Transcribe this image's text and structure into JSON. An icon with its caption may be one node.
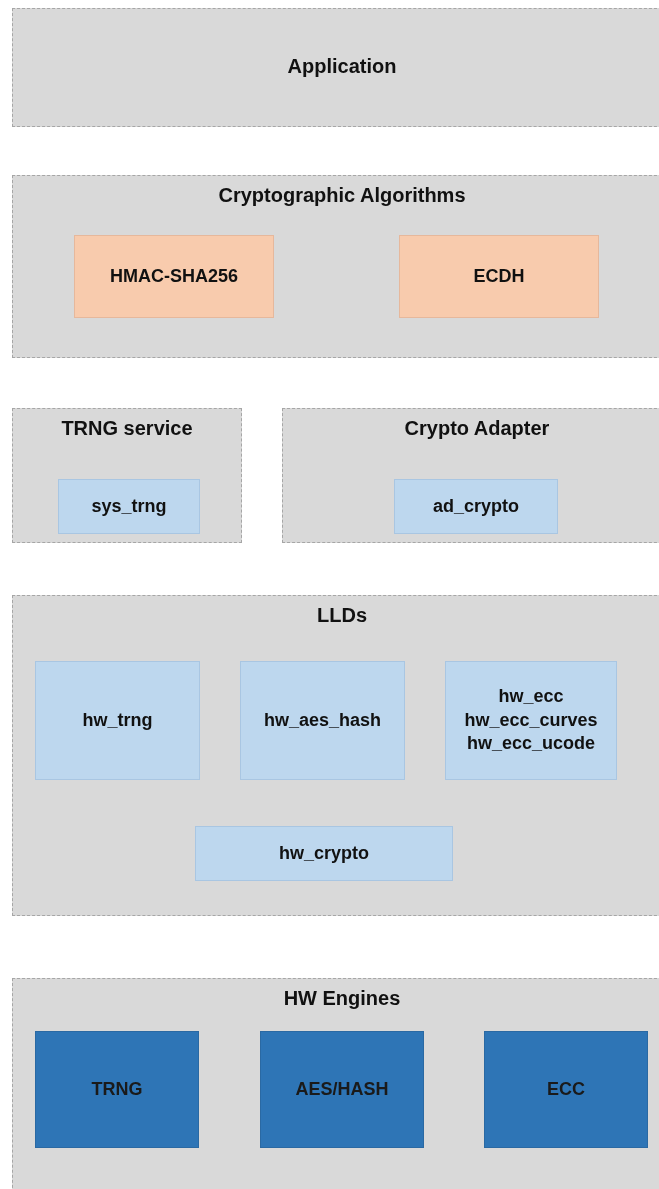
{
  "diagram": {
    "nodes": [
      {
        "text": [
          "Application"
        ]
      },
      {
        "text": [
          "Cryptographic Algorithms"
        ]
      },
      {
        "text": [
          "HMAC-SHA256"
        ],
        "in": 1
      },
      {
        "text": [
          "ECDH"
        ],
        "in": 1
      },
      {
        "text": [
          "TRNG service"
        ]
      },
      {
        "text": [
          "sys_trng"
        ],
        "in": 4
      },
      {
        "text": [
          "Crypto Adapter"
        ]
      },
      {
        "text": [
          "ad_crypto"
        ],
        "in": 6
      },
      {
        "text": [
          "LLDs"
        ]
      },
      {
        "text": [
          "hw_trng"
        ],
        "in": 8
      },
      {
        "text": [
          "hw_aes_hash"
        ],
        "in": 8
      },
      {
        "text": [
          "hw_ecc",
          "hw_ecc_curves",
          "hw_ecc_ucode"
        ],
        "in": 8
      },
      {
        "text": [
          "hw_crypto"
        ],
        "in": 8
      },
      {
        "text": [
          "HW Engines"
        ]
      },
      {
        "text": [
          "TRNG"
        ],
        "in": 13
      },
      {
        "text": [
          "AES/HASH"
        ],
        "in": 13
      },
      {
        "text": [
          "ECC"
        ],
        "in": 13
      }
    ]
  }
}
